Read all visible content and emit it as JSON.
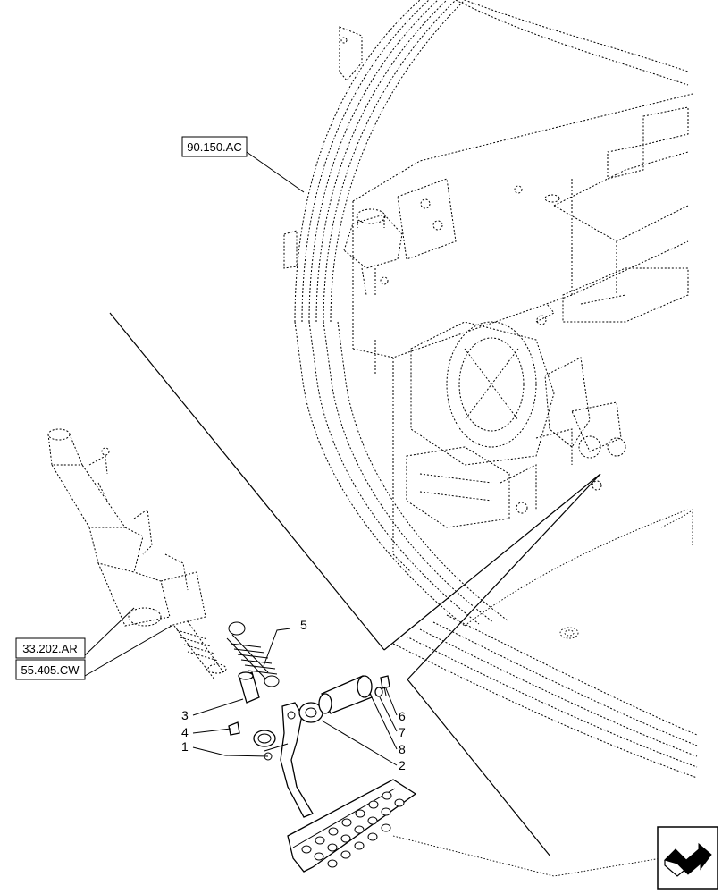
{
  "references": {
    "ref1": "90.150.AC",
    "ref2": "33.202.AR",
    "ref3": "55.405.CW"
  },
  "callouts": {
    "c1": "1",
    "c2": "2",
    "c3": "3",
    "c4": "4",
    "c5": "5",
    "c6": "6",
    "c7": "7",
    "c8": "8"
  }
}
